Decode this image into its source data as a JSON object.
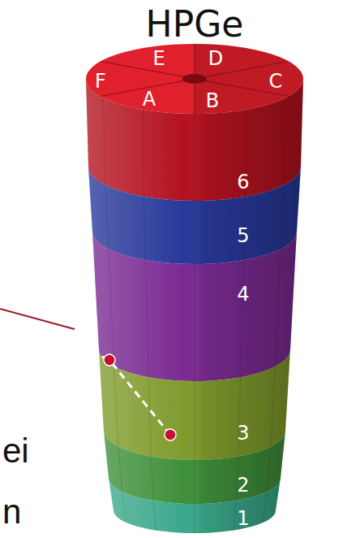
{
  "diagram": {
    "title": "HPGe",
    "labels": [
      "E",
      "D",
      "F",
      "C",
      "A",
      "B",
      "6",
      "5",
      "4",
      "3",
      "2",
      "1",
      "ei",
      "n"
    ]
  }
}
